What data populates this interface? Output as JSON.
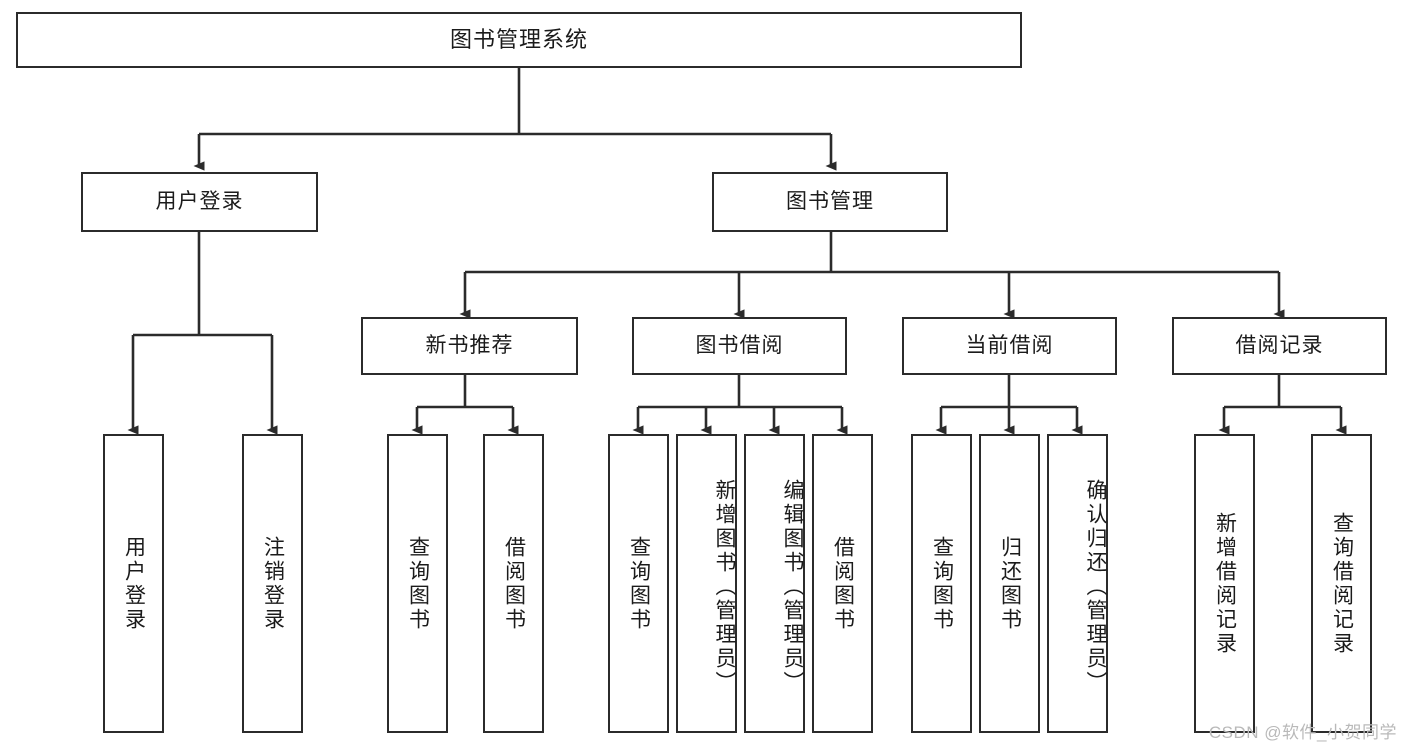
{
  "diagram": {
    "type": "tree",
    "title": "图书管理系统",
    "watermark": "CSDN @软件_小贺同学",
    "colors": {
      "stroke": "#2b2b2b",
      "fill": "#ffffff",
      "text": "#1b1b1b",
      "watermark": "#b9b9b9"
    },
    "root": {
      "label": "图书管理系统"
    },
    "level2": [
      {
        "label": "用户登录"
      },
      {
        "label": "图书管理"
      }
    ],
    "level3": [
      {
        "label": "新书推荐"
      },
      {
        "label": "图书借阅"
      },
      {
        "label": "当前借阅"
      },
      {
        "label": "借阅记录"
      }
    ],
    "leaves": {
      "user_login": [
        {
          "label": "用户登录"
        },
        {
          "label": "注销登录"
        }
      ],
      "new_book_rec": [
        {
          "label": "查询图书"
        },
        {
          "label": "借阅图书"
        }
      ],
      "book_borrow": [
        {
          "label": "查询图书"
        },
        {
          "label": "新增图书（管理员）"
        },
        {
          "label": "编辑图书（管理员）"
        },
        {
          "label": "借阅图书"
        }
      ],
      "current_borrow": [
        {
          "label": "查询图书"
        },
        {
          "label": "归还图书"
        },
        {
          "label": "确认归还（管理员）"
        }
      ],
      "borrow_record": [
        {
          "label": "新增借阅记录"
        },
        {
          "label": "查询借阅记录"
        }
      ]
    }
  }
}
